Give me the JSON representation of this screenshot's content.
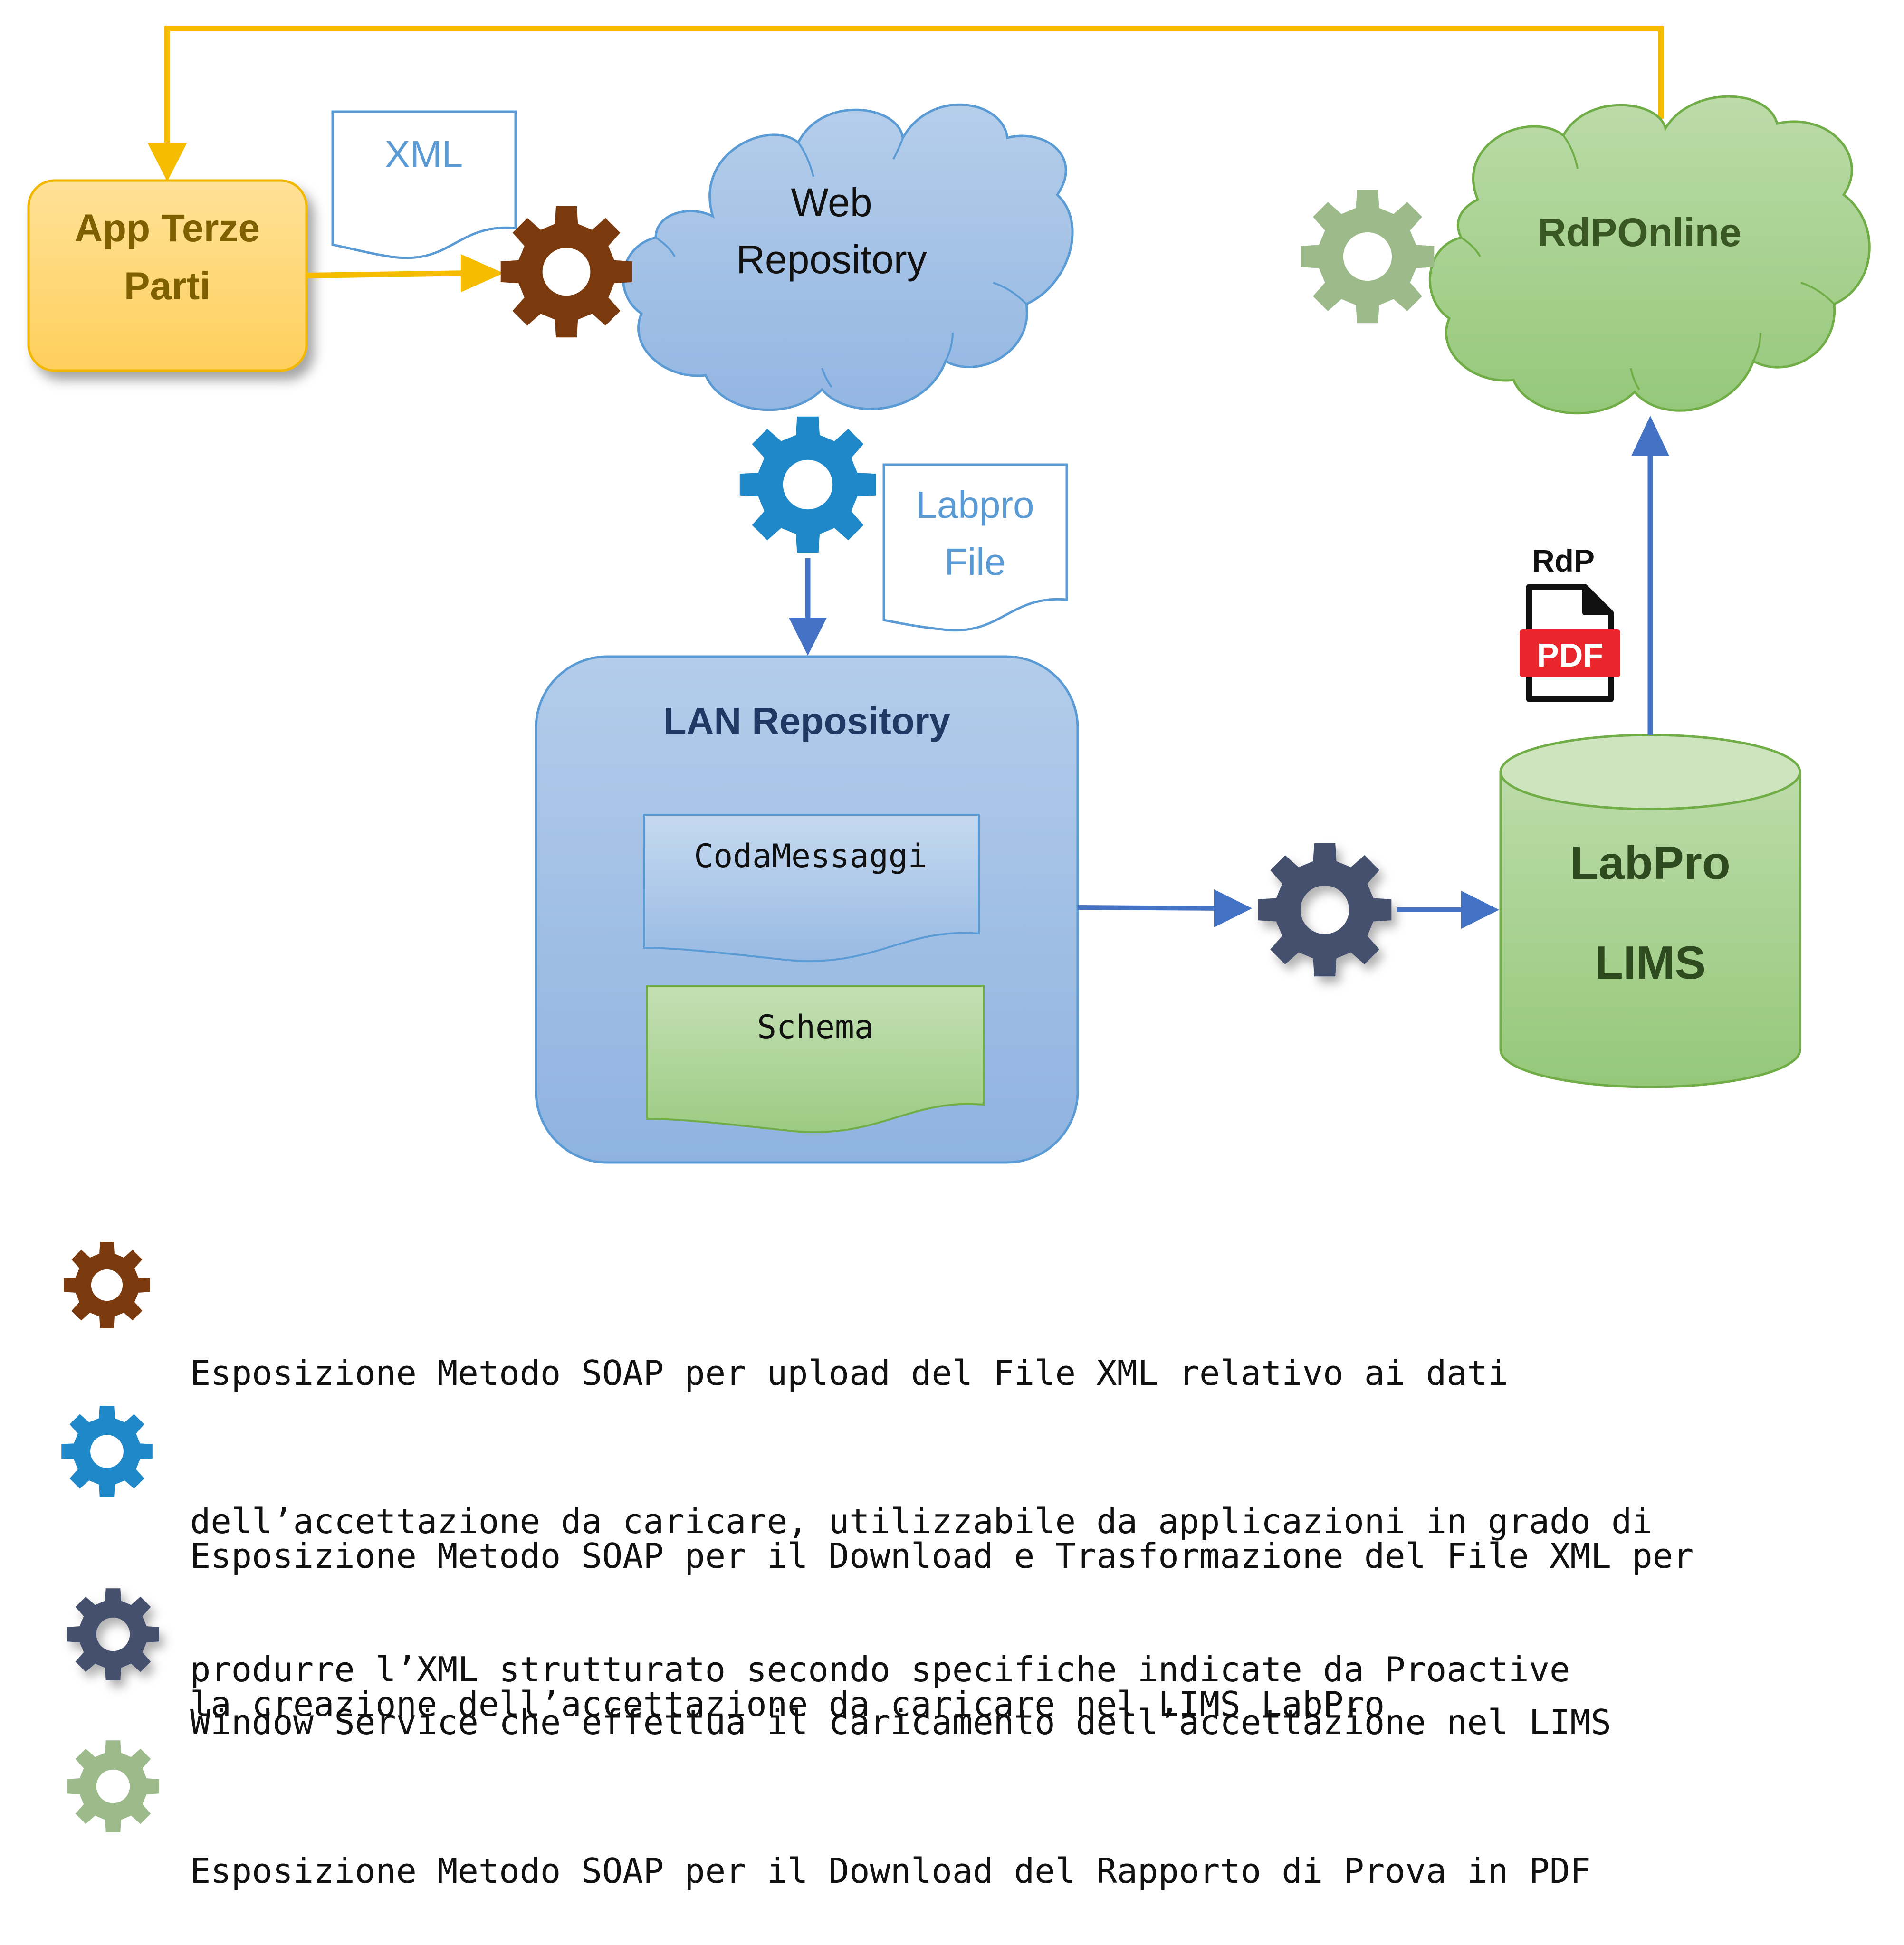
{
  "nodes": {
    "app_terze_parti": {
      "line1": "App Terze",
      "line2": "Parti"
    },
    "xml_doc": {
      "label": "XML"
    },
    "web_repository": {
      "line1": "Web",
      "line2": "Repository"
    },
    "labpro_file_doc": {
      "line1": "Labpro",
      "line2": "File"
    },
    "lan_repository": {
      "title": "LAN Repository",
      "coda_messaggi": "CodaMessaggi",
      "schema": "Schema"
    },
    "rdponline": {
      "label": "RdPOnline"
    },
    "rdp_pdf": {
      "caption": "RdP",
      "badge": "PDF"
    },
    "labpro_lims": {
      "line1": "LabPro",
      "line2": "LIMS"
    }
  },
  "colors": {
    "gear_upload": "#7A3A0E",
    "gear_download": "#1E88C8",
    "gear_service": "#44506E",
    "gear_rdp": "#9DBB8A",
    "arrow_yellow": "#F5BC00",
    "arrow_blue": "#4472C4",
    "app_box_fill": "#FFD777",
    "app_text": "#7F6000",
    "cloud_blue": "#A4C2E6",
    "cloud_green": "#A8D18D",
    "lims_fill": "#A8D18D",
    "pdf_red": "#E8262B"
  },
  "legend": [
    {
      "icon": "gear-icon-brown",
      "lines": [
        "Esposizione Metodo SOAP per upload del File XML relativo ai dati",
        "dell’accettazione da caricare, utilizzabile da applicazioni in grado di",
        "produrre l’XML strutturato secondo specifiche indicate da Proactive"
      ]
    },
    {
      "icon": "gear-icon-blue",
      "lines": [
        "Esposizione Metodo SOAP per il Download e Trasformazione del File XML per",
        "la creazione dell’accettazione da caricare nel LIMS LabPro"
      ]
    },
    {
      "icon": "gear-icon-slate",
      "lines": [
        "Window Service che effettua il caricamento dell’accettazione nel LIMS"
      ]
    },
    {
      "icon": "gear-icon-green",
      "lines": [
        "Esposizione Metodo SOAP per il Download del Rapporto di Prova in PDF"
      ]
    }
  ]
}
